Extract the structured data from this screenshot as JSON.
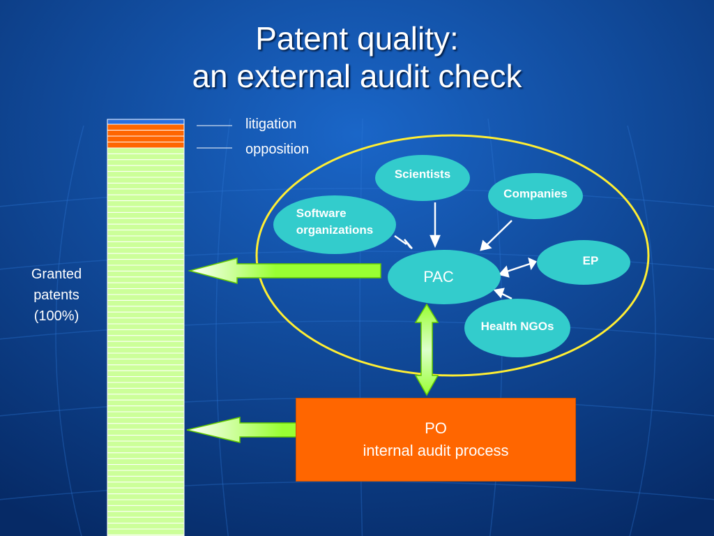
{
  "slide": {
    "title_line1": "Patent quality:",
    "title_line2": "an external audit check"
  },
  "bar": {
    "label_lines": [
      "Granted",
      "patents",
      "(100%)"
    ],
    "legend": [
      {
        "label": "litigation",
        "color": "#2a6fe0"
      },
      {
        "label": "opposition",
        "color": "#ff6600"
      }
    ],
    "fill_color": "#ccff99"
  },
  "audit_circle": {
    "stakeholders": [
      {
        "id": "scientists",
        "label": "Scientists"
      },
      {
        "id": "companies",
        "label": "Companies"
      },
      {
        "id": "software",
        "label_lines": [
          "Software",
          "organizations"
        ]
      },
      {
        "id": "ep",
        "label": "EP"
      },
      {
        "id": "health",
        "label": "Health NGOs"
      }
    ],
    "center": {
      "label": "PAC"
    }
  },
  "internal": {
    "label_line1": "PO",
    "label_line2": "internal audit process"
  },
  "colors": {
    "background_dark": "#0a2f6e",
    "background_light": "#1a66c8",
    "node_fill": "#33cccc",
    "circle_stroke": "#ffee33",
    "arrow_green": "#99ff33",
    "po_box": "#ff6600"
  }
}
